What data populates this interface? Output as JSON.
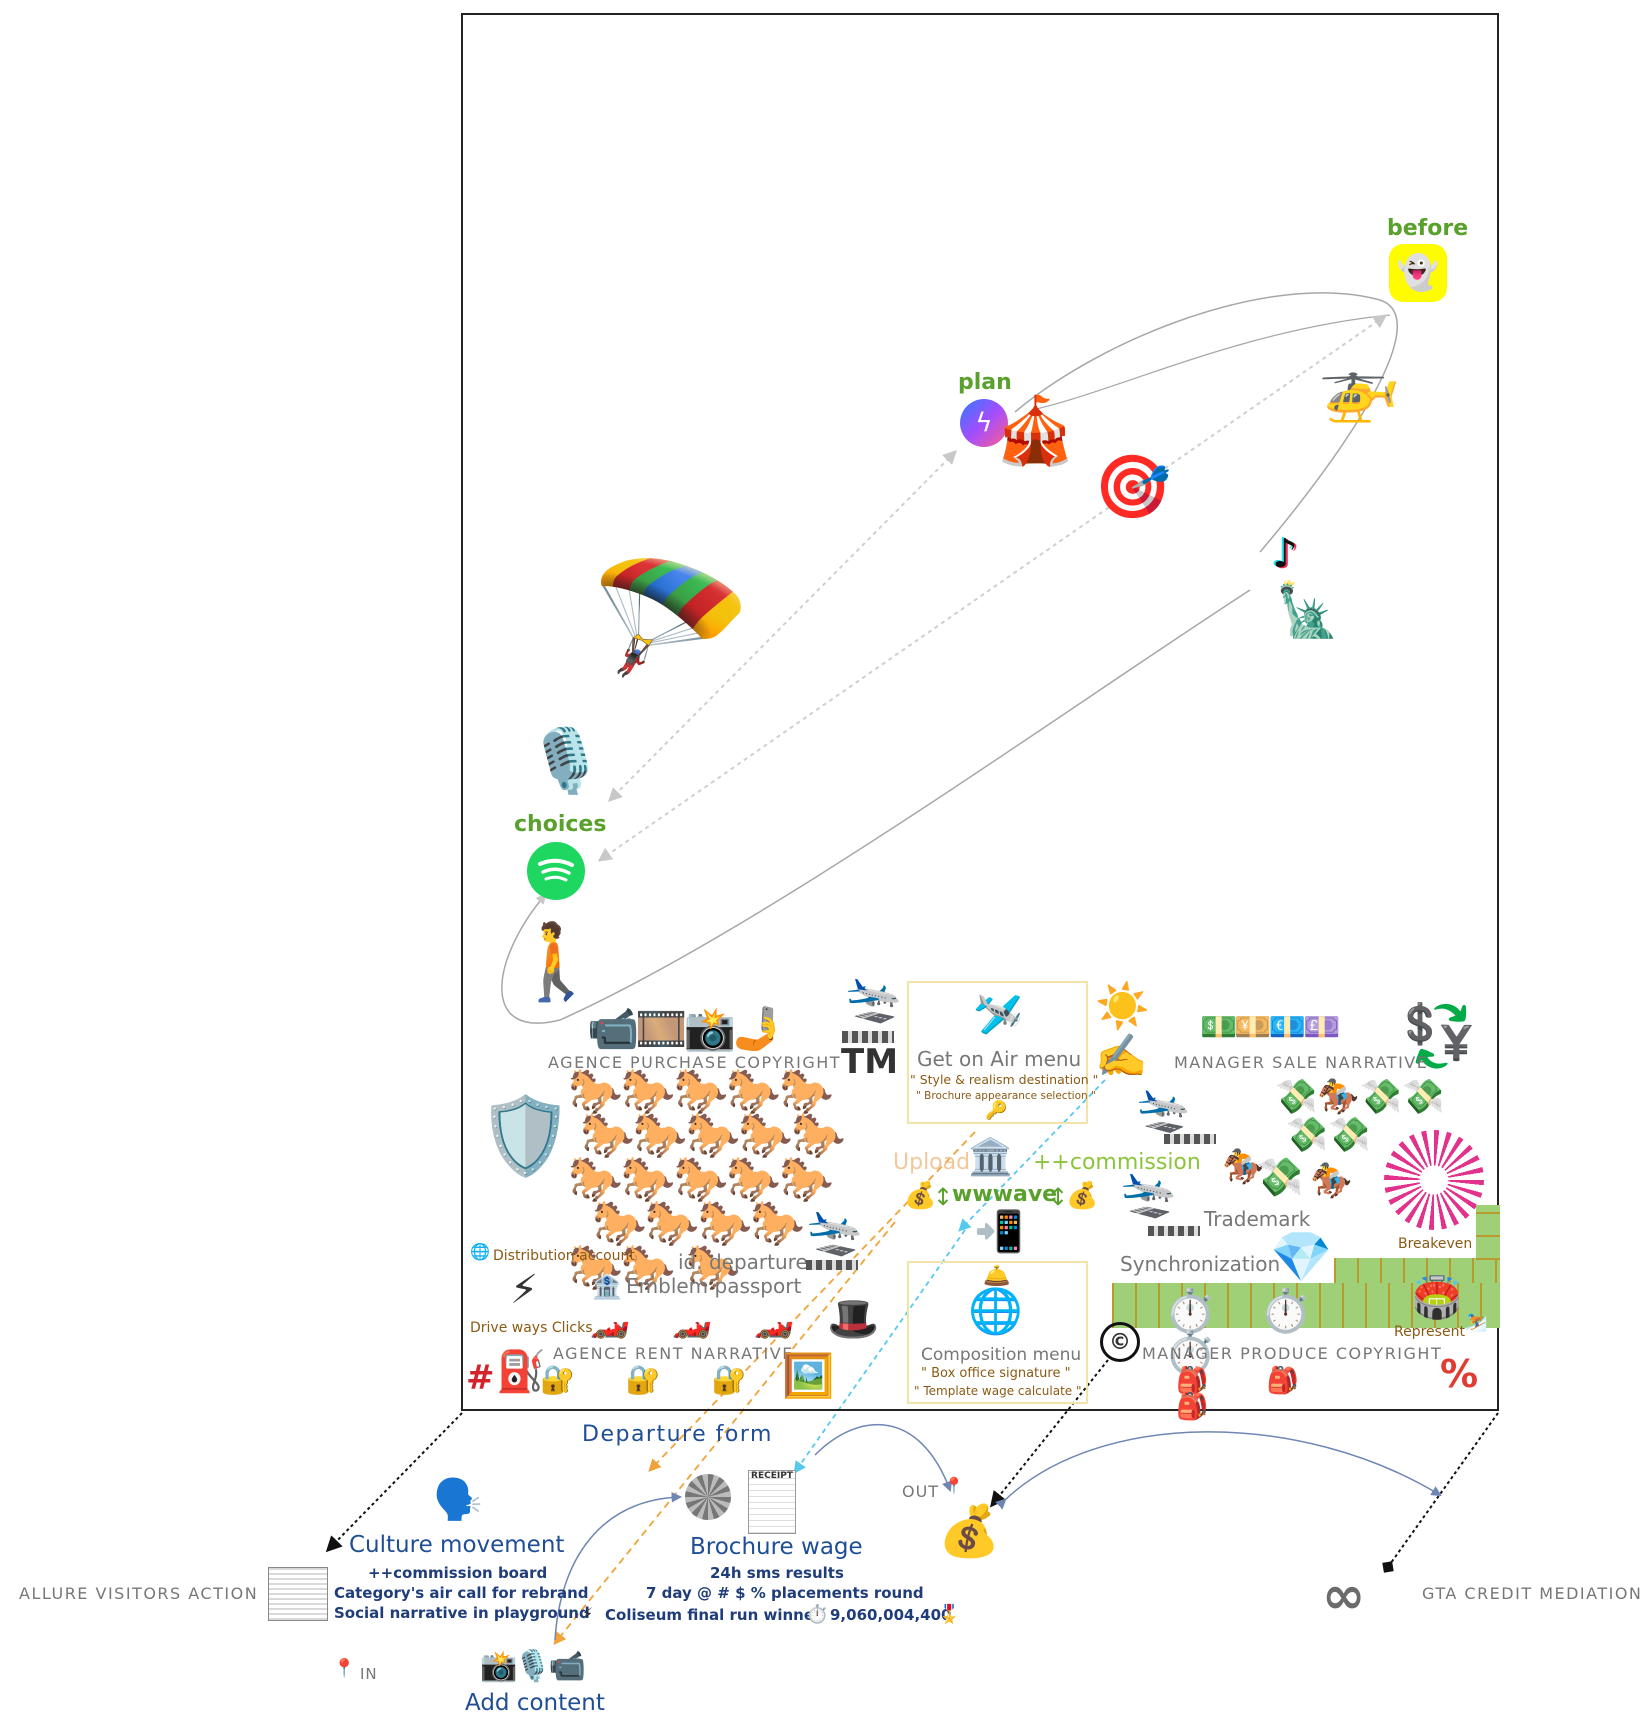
{
  "labels": {
    "before": "before",
    "plan": "plan",
    "choices": "choices"
  },
  "panels": {
    "agence_purchase": "AGENCE PURCHASE COPYRIGHT",
    "manager_sale": "MANAGER SALE NARRATIVE",
    "agence_rent": "AGENCE RENT NARRATIVE",
    "manager_produce": "MANAGER PRODUCE COPYRIGHT"
  },
  "center": {
    "tm": "TM",
    "get_on_air": "Get on Air menu",
    "style_realism": "\" Style & realism destination \"",
    "brochure_appearance": "\" Brochure appearance selection \"",
    "upload": "Upload",
    "commission": "++commission",
    "wwwave": "wwwave",
    "arrows": "↕",
    "composition_menu": "Composition menu",
    "box_office": "\" Box office signature \"",
    "template_wage": "\" Template wage calculate \""
  },
  "left_panel": {
    "id_departure": "id. departure",
    "emblem_passport": "Emblem passport",
    "distribution_account": "Distribution account",
    "drive_ways": "Drive ways Clicks",
    "hash": "#"
  },
  "right_panel": {
    "trademark": "Trademark",
    "synchronization": "Synchronization",
    "breakeven": "Breakeven",
    "represent": "Represent",
    "percent": "%"
  },
  "bottom": {
    "departure_form": "Departure form",
    "out": "OUT",
    "culture_movement": "Culture movement",
    "culture_line1": "++commission board",
    "culture_line2": "Category's air call for rebrand",
    "culture_line3": "Social narrative in playground",
    "brochure_wage": "Brochure wage",
    "brochure_line1": "24h sms results",
    "brochure_line2": "7 day @ # $ % placements round",
    "brochure_line3": "Coliseum final run winner",
    "brochure_number": "9,060,004,400",
    "allure": "ALLURE VISITORS ACTION",
    "gta": "GTA CREDIT MEDIATION",
    "in": "IN",
    "add_content": "Add content",
    "receipt": "RECEIPT"
  },
  "colors": {
    "green": "#5aa02c",
    "brown": "#8b5a14",
    "navy": "#1f4e96",
    "orange_dash": "#f0a33a",
    "cyan_dash": "#56c9ee"
  },
  "icons": [
    "snapchat-icon",
    "messenger-icon",
    "spotify-icon",
    "helicopter-icon",
    "circus-tent-icon",
    "target-icon",
    "tiktok-icon",
    "statue-of-liberty-icon",
    "parachute-icon",
    "microphone-icon",
    "walking-person-icon",
    "airplane-icon",
    "horse-racing-icon",
    "coat-of-arms-icon",
    "money-bag-icon",
    "infinity-icon",
    "newspaper-icon",
    "receipt-icon",
    "gear-icon"
  ]
}
